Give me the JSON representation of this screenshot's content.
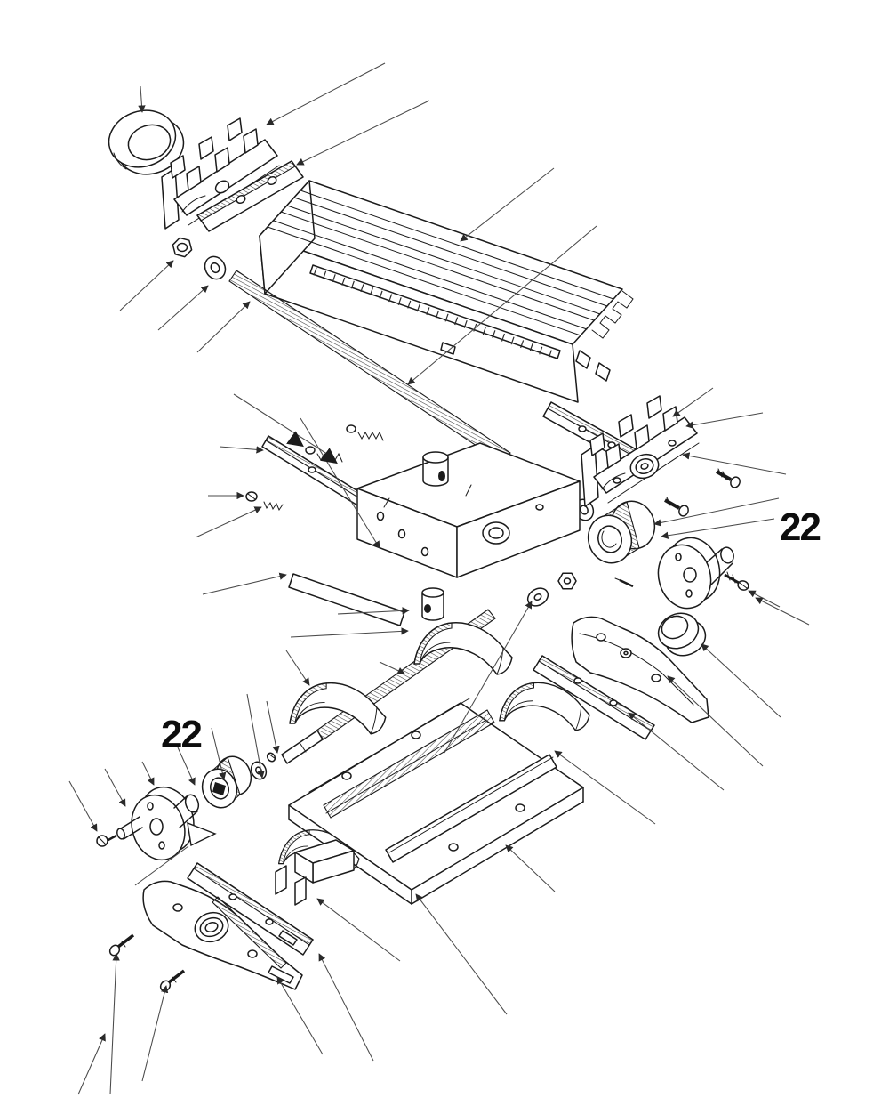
{
  "figure": {
    "kind": "exploded-parts-diagram",
    "subject": "cross-slide milling table assembly",
    "background_color": "#ffffff",
    "line_color": "#1b1b1b"
  },
  "labels": [
    {
      "id": "part-22-right",
      "text": "22"
    },
    {
      "id": "part-22-left",
      "text": "22"
    }
  ],
  "parts": [
    "cap-plug-top-left",
    "table-end-bracket-left",
    "table-wiper-left",
    "hex-nut",
    "flat-washer",
    "table-leadscrew",
    "milling-table",
    "table-scale",
    "saddle-gib",
    "gib-screw",
    "gib-spring",
    "saddle",
    "gib-retainer-bar",
    "pivot-pin",
    "pivot-washer",
    "pivot-nut",
    "table-end-bracket-right",
    "table-wiper-right",
    "bracket-screw",
    "shaft-spacer",
    "shaft-washer",
    "graduated-dial-right",
    "handwheel-right",
    "crank-screw-right",
    "taper-pin",
    "cap-plug-right",
    "way-cover",
    "cross-leadscrew",
    "base-plate",
    "base-rack",
    "leadscrew-nut-block",
    "end-bracket-bottom",
    "bracket-wiper-bottom",
    "mounting-screw",
    "support-bracket-right",
    "support-wiper-right",
    "shaft-spacer-left",
    "shaft-washer-left",
    "graduated-dial-left",
    "handwheel-left",
    "crank-screw-left"
  ]
}
